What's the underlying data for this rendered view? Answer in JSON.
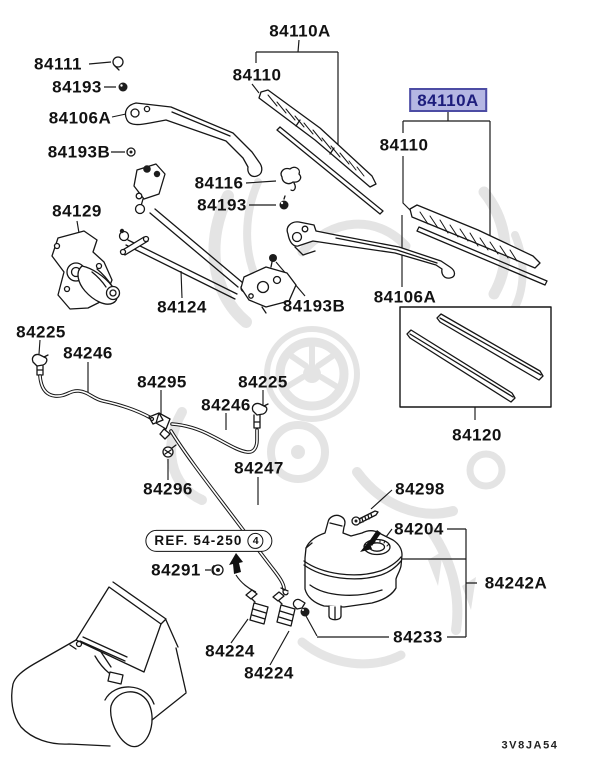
{
  "drawing_code": "3V8JA54",
  "ref_box": {
    "text": "REF. 54-250",
    "circled_number": "4"
  },
  "highlight": {
    "bg": "#b5b7e3",
    "border": "#4c4ca4",
    "text_color": "#1d1d7c"
  },
  "icons": {
    "watermark": "faded-wheel-demon-watermark",
    "insert_arrow_up": "bold-up-arrow",
    "insert_arrow_down_left": "bold-down-left-arrow"
  },
  "parts": [
    {
      "text": "84111"
    },
    {
      "text": "84193"
    },
    {
      "text": "84106A"
    },
    {
      "text": "84193B"
    },
    {
      "text": "84110A"
    },
    {
      "text": "84110"
    },
    {
      "text": "84116"
    },
    {
      "text": "84193"
    },
    {
      "text": "84129"
    },
    {
      "text": "84110A"
    },
    {
      "text": "84110"
    },
    {
      "text": "84124"
    },
    {
      "text": "84193B"
    },
    {
      "text": "84106A"
    },
    {
      "text": "84120"
    },
    {
      "text": "84225"
    },
    {
      "text": "84246"
    },
    {
      "text": "84295"
    },
    {
      "text": "84225"
    },
    {
      "text": "84246"
    },
    {
      "text": "84296"
    },
    {
      "text": "84247"
    },
    {
      "text": "84298"
    },
    {
      "text": "84204"
    },
    {
      "text": "84242A"
    },
    {
      "text": "84233"
    },
    {
      "text": "84291"
    },
    {
      "text": "84224"
    },
    {
      "text": "84224"
    }
  ]
}
